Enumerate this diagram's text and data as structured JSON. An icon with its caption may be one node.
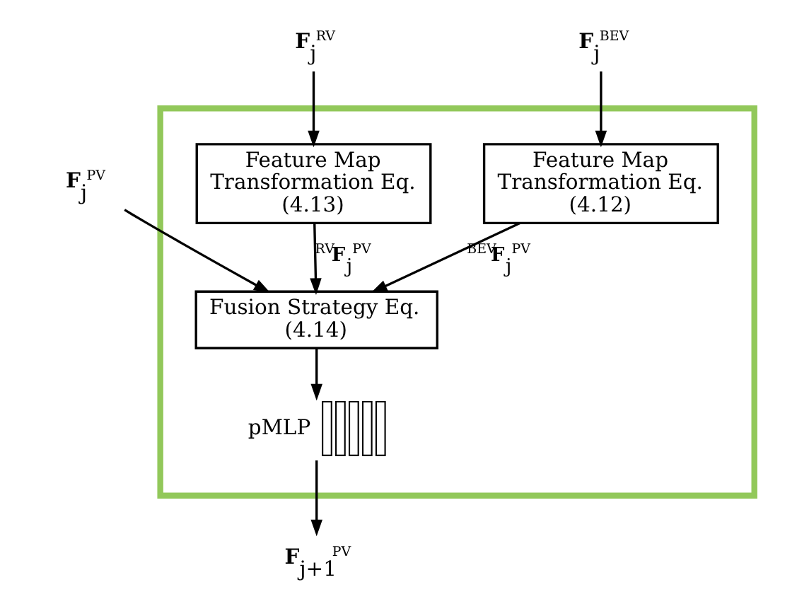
{
  "diagram": {
    "nodes": [
      {
        "text": [],
        "shape": "box"
      },
      {
        "text": [
          "Feature Map Transformation Eq. (4.13)"
        ],
        "in": 0
      },
      {
        "text": [
          "Feature Map Transformation Eq. (4.12)"
        ],
        "in": 0
      },
      {
        "text": [
          "Fusion Strategy Eq. (4.14)"
        ],
        "in": 0
      },
      {
        "text": [
          "pMLP"
        ],
        "in": 0
      },
      {
        "text": [
          "**F**$_{j}$$^{RV}$"
        ]
      },
      {
        "text": [
          "**F**$_{j}$$^{PV}$"
        ]
      },
      {
        "text": [
          "**F**$_{j}$$^{BEV}$"
        ]
      },
      {
        "text": [
          "**F**$_{j+1}$$^{PV}$"
        ]
      }
    ],
    "edges": [
      {
        "from": 5,
        "to": 1,
        "arrow": "to"
      },
      {
        "from": 7,
        "to": 2,
        "arrow": "to"
      },
      {
        "from": 6,
        "to": 3,
        "arrow": "to"
      },
      {
        "from": 1,
        "to": 3,
        "arrow": "to",
        "label": "$^{RV}$**F**$_{j}$$^{PV}$"
      },
      {
        "from": 2,
        "to": 3,
        "arrow": "to",
        "label": "$^{BEV}$**F**$_{j}$$^{PV}$"
      },
      {
        "from": 3,
        "to": 4,
        "arrow": "to"
      },
      {
        "from": 4,
        "to": 8,
        "arrow": "to"
      }
    ]
  }
}
